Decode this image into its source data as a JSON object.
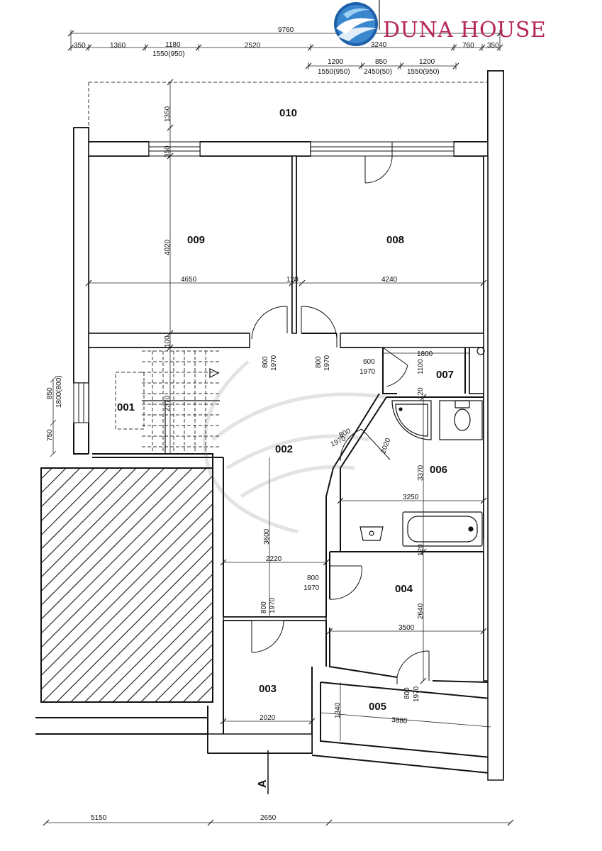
{
  "brand": {
    "name": "DUNA HOUSE",
    "color": "#b5285d",
    "logo_blue": "#1d5fa8",
    "icon": "wave-logo-icon"
  },
  "section_mark": "A",
  "rooms": {
    "r001": "001",
    "r002": "002",
    "r003": "003",
    "r004": "004",
    "r005": "005",
    "r006": "006",
    "r007": "007",
    "r008": "008",
    "r009": "009",
    "r010": "010"
  },
  "dims": {
    "total_width": "9760",
    "top_chain": [
      "350",
      "1360",
      "1180",
      "1550(950)",
      "2520",
      "3240",
      "760",
      "350"
    ],
    "window_chain": [
      "1200",
      "1550(950)",
      "850",
      "2450(50)",
      "1200",
      "1550(950)"
    ],
    "d1350": "1350",
    "d350": "350",
    "d4020": "4020",
    "d4650": "4650",
    "d4240": "4240",
    "d120a": "120",
    "d100": "100",
    "d800a": "800",
    "d1970a": "1970",
    "d800b": "800",
    "d1970b": "1970",
    "d1800": "1800",
    "d600": "600",
    "d1970c": "1970",
    "d1100": "1100",
    "d120b": "120",
    "d2370": "2370",
    "d800c": "800",
    "d1970d": "1970",
    "d2020a": "2020",
    "d3370": "3370",
    "d3250": "3250",
    "d120c": "120",
    "d3600": "3600",
    "d2220": "2220",
    "d800d": "800",
    "d1970e": "1970",
    "d800e": "800",
    "d1970f": "1970",
    "d2640": "2640",
    "d3500": "3500",
    "d800f": "800",
    "d1970g": "1970",
    "d1340": "1340",
    "d3880": "3880",
    "d2020b": "2020",
    "d750": "750",
    "d850": "850",
    "d1800_800": "1800(800)",
    "bottom_a": "5150",
    "bottom_b": "2650"
  }
}
